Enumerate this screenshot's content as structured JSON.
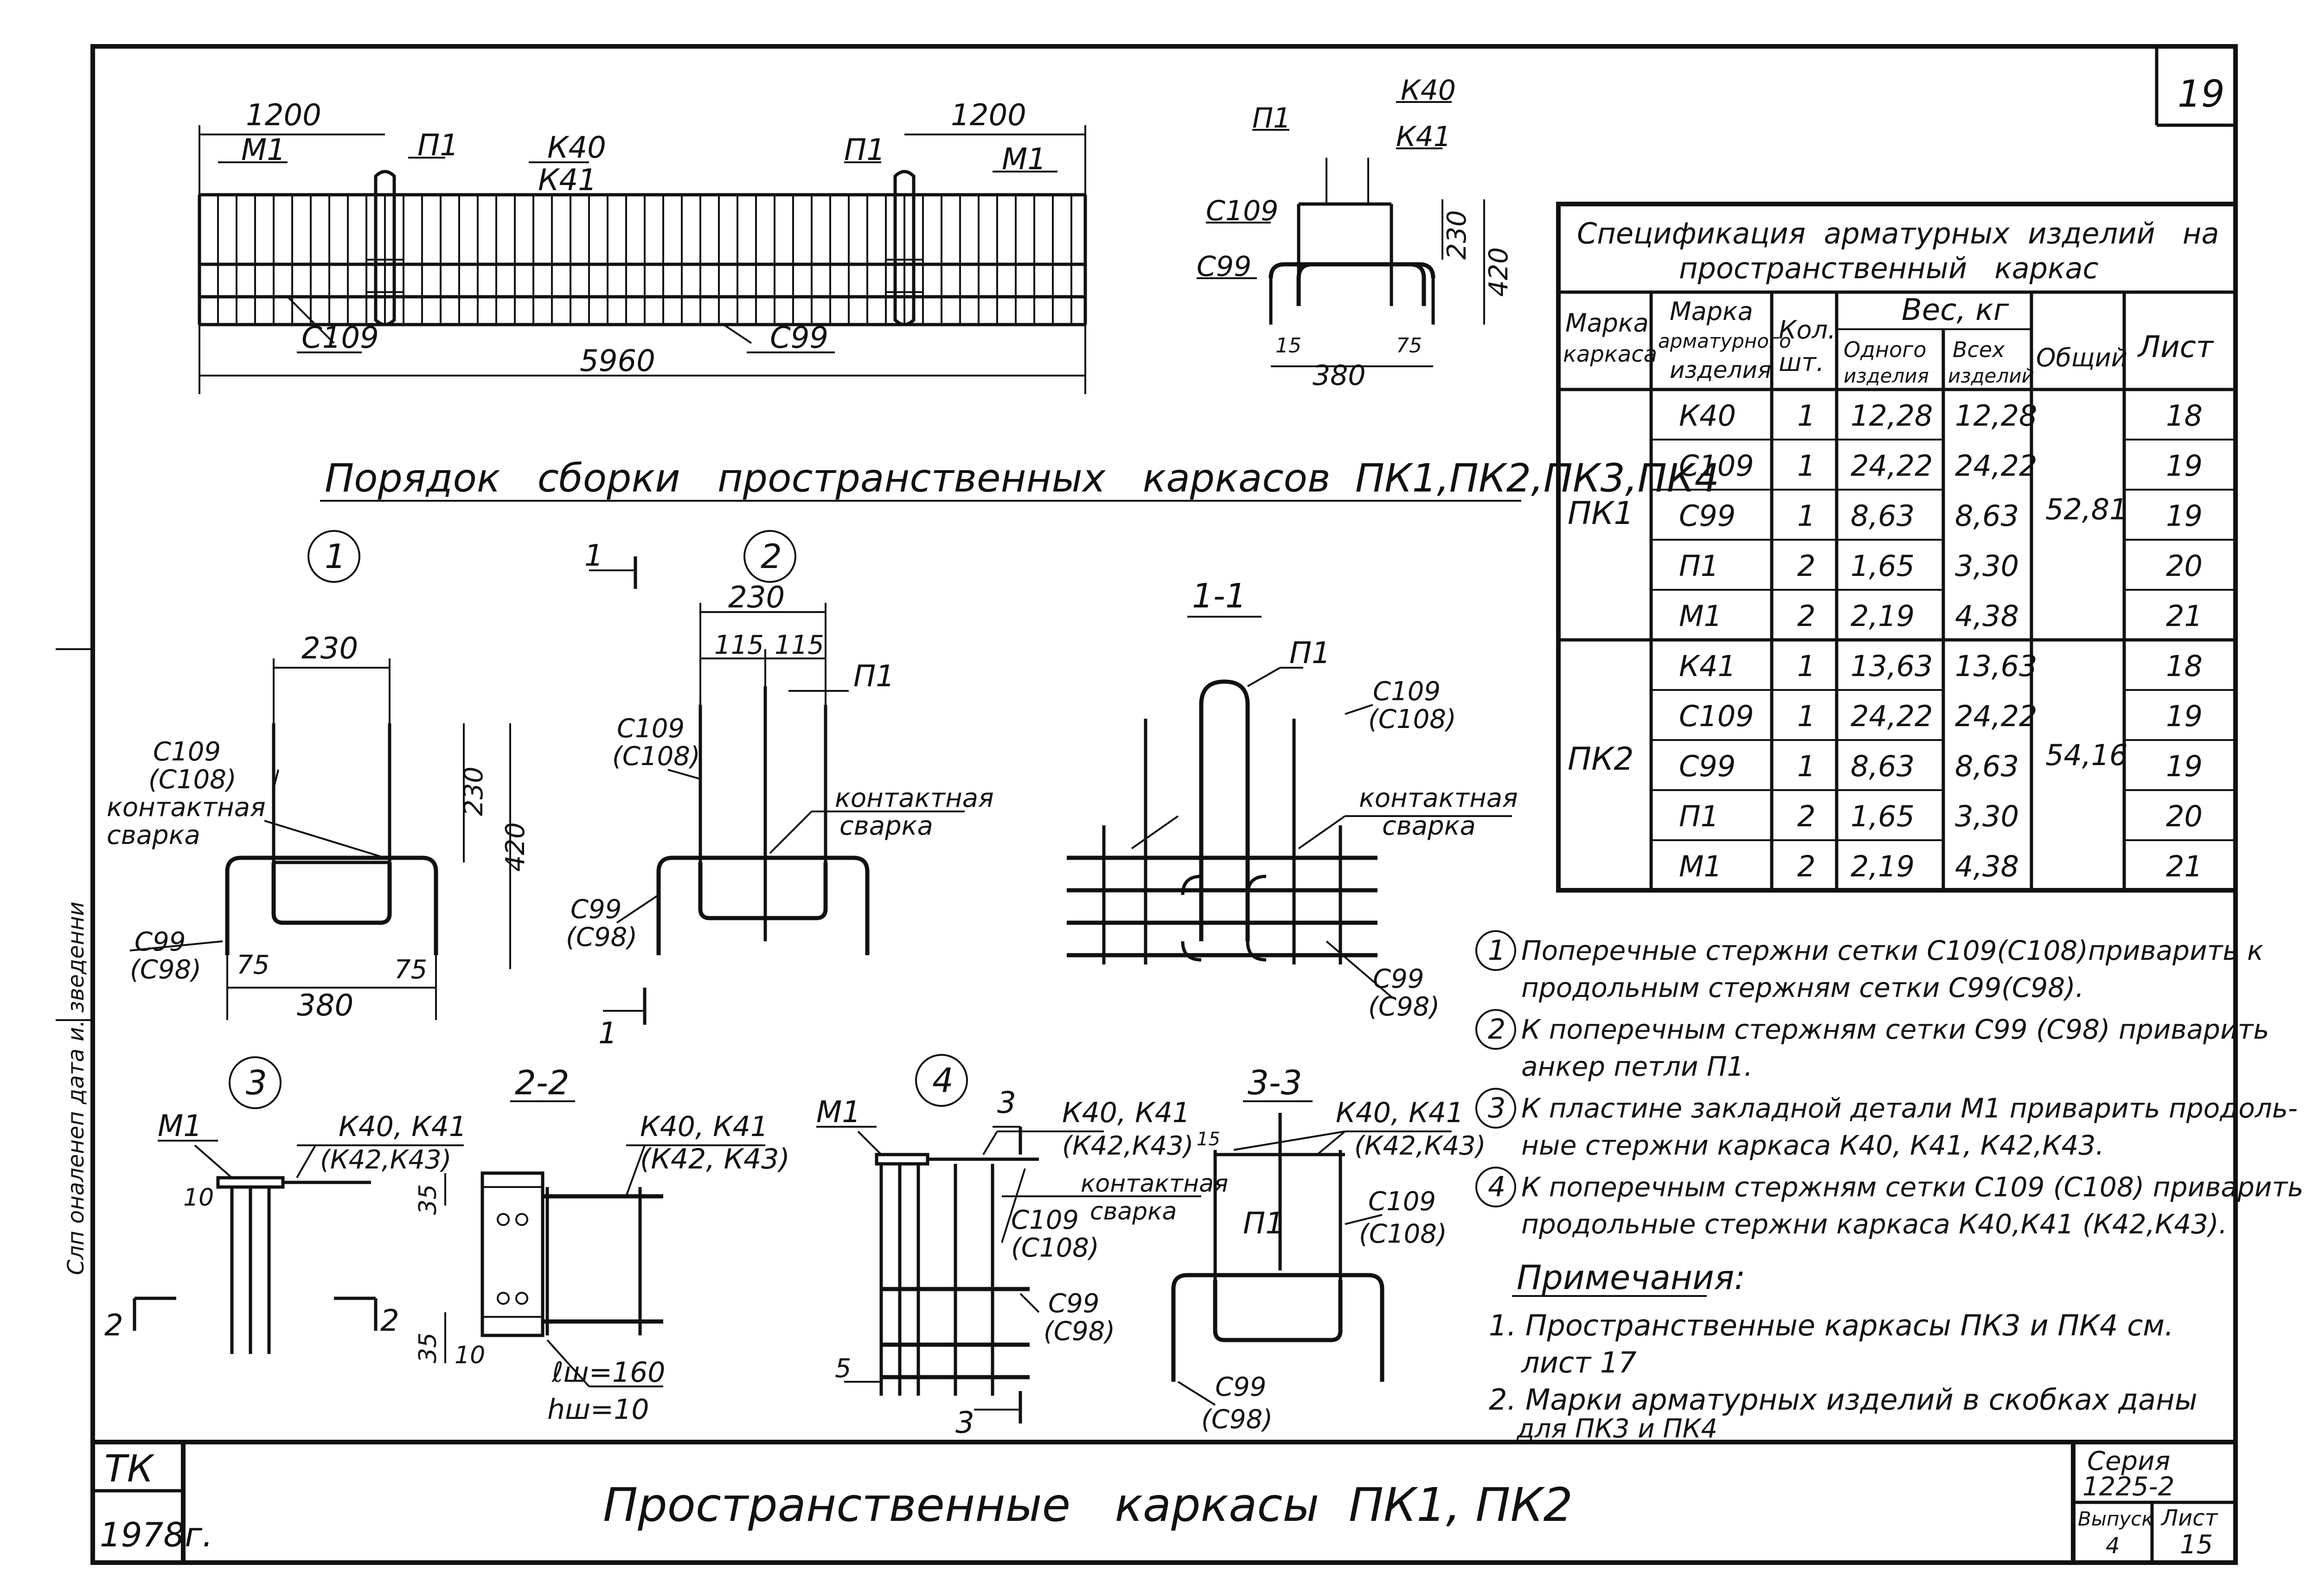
{
  "sheet": {
    "sheet_number": "19",
    "side_stamp": "Слп оналенеп дата и. зведенни",
    "series_label": "Серия",
    "series_value": "1225-2",
    "issue_label": "Выпуск",
    "issue_value": "4",
    "sheet_label": "Лист",
    "sheet_value": "15",
    "org": "ТК",
    "year": "1978г.",
    "title": "Пространственные   каркасы  ПК1, ПК2"
  },
  "top_elevation": {
    "dim_left": "1200",
    "dim_right": "1200",
    "dim_total": "5960",
    "labels": [
      "М1",
      "П1",
      "К40",
      "К41",
      "П1",
      "М1",
      "С109",
      "С99"
    ]
  },
  "top_section": {
    "labels": [
      "П1",
      "К40",
      "К41",
      "С109",
      "С99"
    ],
    "dims": [
      "230",
      "420",
      "15",
      "380",
      "75"
    ]
  },
  "assembly_title": "Порядок   сборки   пространственных   каркасов  ПК1,ПК2,ПК3,ПК4",
  "steps": {
    "s1": "1",
    "s2": "2",
    "s3": "3",
    "s4": "4",
    "sec11": "1-1",
    "sec22": "2-2",
    "sec33": "3-3",
    "cut1": "1",
    "cut2": "2",
    "cut3": "3"
  },
  "step1": {
    "dim_230_top": "230",
    "dim_230_side": "230",
    "dim_420": "420",
    "dim_75_left": "75",
    "dim_75_right": "75",
    "dim_380": "380",
    "c109": "С109",
    "c108": "(С108)",
    "contact1": "контактная",
    "contact2": "сварка",
    "c99": "С99",
    "c98": "(С98)"
  },
  "step2": {
    "dim_230": "230",
    "dim_115a": "115",
    "dim_115b": "115",
    "p1": "П1",
    "c109": "С109",
    "c108": "(С108)",
    "contact1": "контактная",
    "contact2": "сварка",
    "c99": "С99",
    "c98": "(С98)"
  },
  "section11": {
    "p1": "П1",
    "c109": "С109",
    "c108": "(С108)",
    "contact1": "контактная",
    "contact2": "сварка",
    "c99": "С99",
    "c98": "(С98)"
  },
  "step3": {
    "m1": "М1",
    "k4041": "К40, К41",
    "k4243": "(К42,К43)",
    "dim_10": "10"
  },
  "section22": {
    "k4041": "К40, К41",
    "k4243": "(К42, К43)",
    "dim_35a": "35",
    "dim_35b": "35",
    "dim_10": "10",
    "lw": "ℓш=160",
    "hw": "hш=10"
  },
  "step4": {
    "m1": "М1",
    "k4041": "К40, К41",
    "k4243": "(К42,К43)",
    "c109": "С109",
    "c108": "(С108)",
    "contact1": "контактная",
    "contact2": "сварка",
    "c99": "С99",
    "c98": "(С98)",
    "dim_5": "5"
  },
  "section33": {
    "k4041": "К40, К41",
    "k4243": "(К42,К43)",
    "dim_15": "15",
    "p1": "П1",
    "c109": "С109",
    "c108": "(С108)",
    "c99": "С99",
    "c98": "(С98)"
  },
  "spec_table": {
    "title_line1": "Спецификация  арматурных  изделий   на",
    "title_line2": "пространственный   каркас",
    "headers": {
      "brand_frame": [
        "Марка",
        "каркаса"
      ],
      "brand_item": [
        "Марка",
        "арматурного",
        "изделия"
      ],
      "qty": [
        "Кол.",
        "шт."
      ],
      "weight": "Вес, кг",
      "one": [
        "Одного",
        "изделия"
      ],
      "all": [
        "Всех",
        "изделий"
      ],
      "total": "Общий",
      "sheet": "Лист"
    },
    "groups": [
      {
        "frame": "ПК1",
        "total": "52,81",
        "rows": [
          {
            "item": "К40",
            "qty": "1",
            "one": "12,28",
            "all": "12,28",
            "sheet": "18"
          },
          {
            "item": "С109",
            "qty": "1",
            "one": "24,22",
            "all": "24,22",
            "sheet": "19"
          },
          {
            "item": "С99",
            "qty": "1",
            "one": "8,63",
            "all": "8,63",
            "sheet": "19"
          },
          {
            "item": "П1",
            "qty": "2",
            "one": "1,65",
            "all": "3,30",
            "sheet": "20"
          },
          {
            "item": "М1",
            "qty": "2",
            "one": "2,19",
            "all": "4,38",
            "sheet": "21"
          }
        ]
      },
      {
        "frame": "ПК2",
        "total": "54,16",
        "rows": [
          {
            "item": "К41",
            "qty": "1",
            "one": "13,63",
            "all": "13,63",
            "sheet": "18"
          },
          {
            "item": "С109",
            "qty": "1",
            "one": "24,22",
            "all": "24,22",
            "sheet": "19"
          },
          {
            "item": "С99",
            "qty": "1",
            "one": "8,63",
            "all": "8,63",
            "sheet": "19"
          },
          {
            "item": "П1",
            "qty": "2",
            "one": "1,65",
            "all": "3,30",
            "sheet": "20"
          },
          {
            "item": "М1",
            "qty": "2",
            "one": "2,19",
            "all": "4,38",
            "sheet": "21"
          }
        ]
      }
    ]
  },
  "instructions": [
    {
      "num": "1",
      "line1": "Поперечные стержни сетки С109(С108)приварить к",
      "line2": "продольным стержням сетки С99(С98)."
    },
    {
      "num": "2",
      "line1": "К поперечным стержням сетки С99 (С98) приварить",
      "line2": "анкер петли П1."
    },
    {
      "num": "3",
      "line1": "К пластине закладной детали М1 приварить продоль-",
      "line2": "ные стержни каркаса К40, К41, К42,К43."
    },
    {
      "num": "4",
      "line1": "К поперечным стержням сетки С109 (С108) приварить",
      "line2": "продольные стержни каркаса К40,К41 (К42,К43)."
    }
  ],
  "notes": {
    "heading": "Примечания:",
    "n1a": "1. Пространственные каркасы ПК3 и ПК4 см.",
    "n1b": "лист 17",
    "n2a": "2. Марки арматурных изделий в скобках даны",
    "n2b": "для ПК3 и ПК4"
  }
}
